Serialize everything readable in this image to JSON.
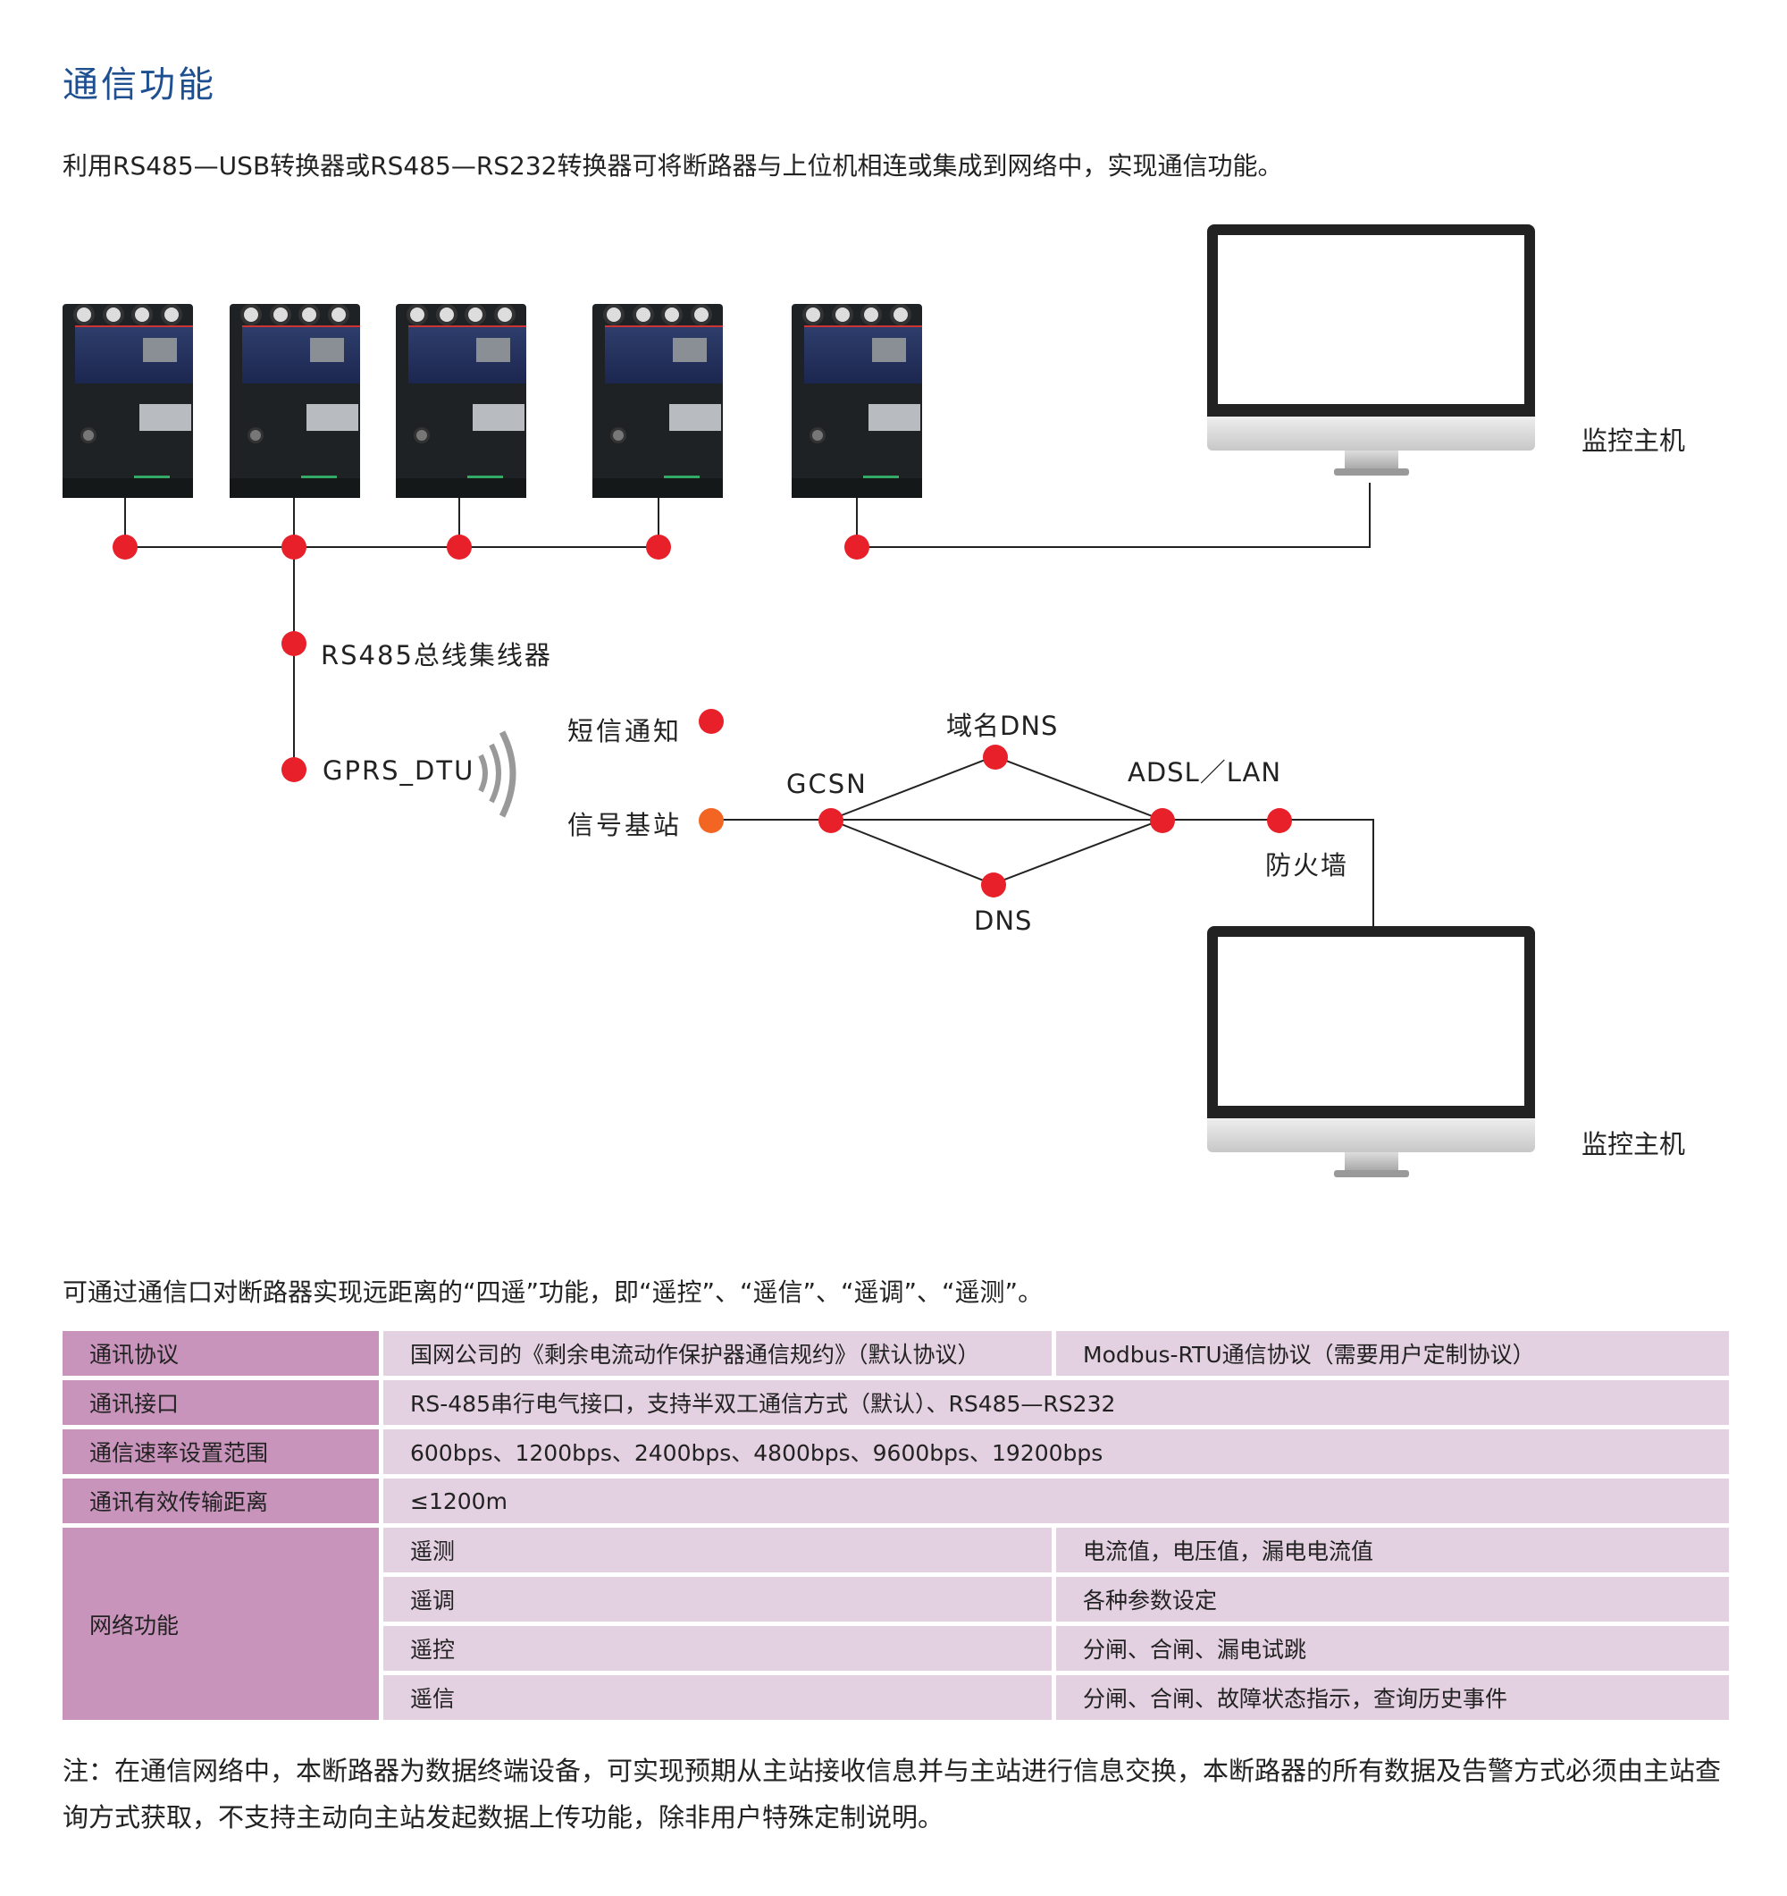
{
  "title": "通信功能",
  "intro": "利用RS485—USB转换器或RS485—RS232转换器可将断路器与上位机相连或集成到网络中，实现通信功能。",
  "diagram": {
    "monitor_label_1": "监控主机",
    "monitor_label_2": "监控主机",
    "hub": "RS485总线集线器",
    "gprs": "GPRS_DTU",
    "sms": "短信通知",
    "base_station": "信号基站",
    "gcsn": "GCSN",
    "domain_dns": "域名DNS",
    "dns": "DNS",
    "adsl": "ADSL／LAN",
    "firewall": "防火墙",
    "colors": {
      "dot": "#e8202a",
      "base_station_dot": "#f26522"
    }
  },
  "remote_intro": "可通过通信口对断路器实现远距离的“四遥”功能，即“遥控”、“遥信”、“遥调”、“遥测”。",
  "table": {
    "rows": [
      {
        "h": "通讯协议",
        "a": "国网公司的《剩余电流动作保护器通信规约》（默认协议）",
        "b": "Modbus-RTU通信协议（需要用户定制协议）"
      },
      {
        "h": "通讯接口",
        "a": "RS-485串行电气接口，支持半双工通信方式（默认）、RS485—RS232"
      },
      {
        "h": "通信速率设置范围",
        "a": "600bps、1200bps、2400bps、4800bps、9600bps、19200bps"
      },
      {
        "h": "通讯有效传输距离",
        "a": "≤1200m"
      }
    ],
    "network": {
      "h": "网络功能",
      "items": [
        {
          "a": "遥测",
          "b": "电流值，电压值，漏电电流值"
        },
        {
          "a": "遥调",
          "b": "各种参数设定"
        },
        {
          "a": "遥控",
          "b": "分闸、合闸、漏电试跳"
        },
        {
          "a": "遥信",
          "b": "分闸、合闸、故障状态指示，查询历史事件"
        }
      ]
    }
  },
  "note": "注：在通信网络中，本断路器为数据终端设备，可实现预期从主站接收信息并与主站进行信息交换，本断路器的所有数据及告警方式必须由主站查询方式获取，不支持主动向主站发起数据上传功能，除非用户特殊定制说明。"
}
